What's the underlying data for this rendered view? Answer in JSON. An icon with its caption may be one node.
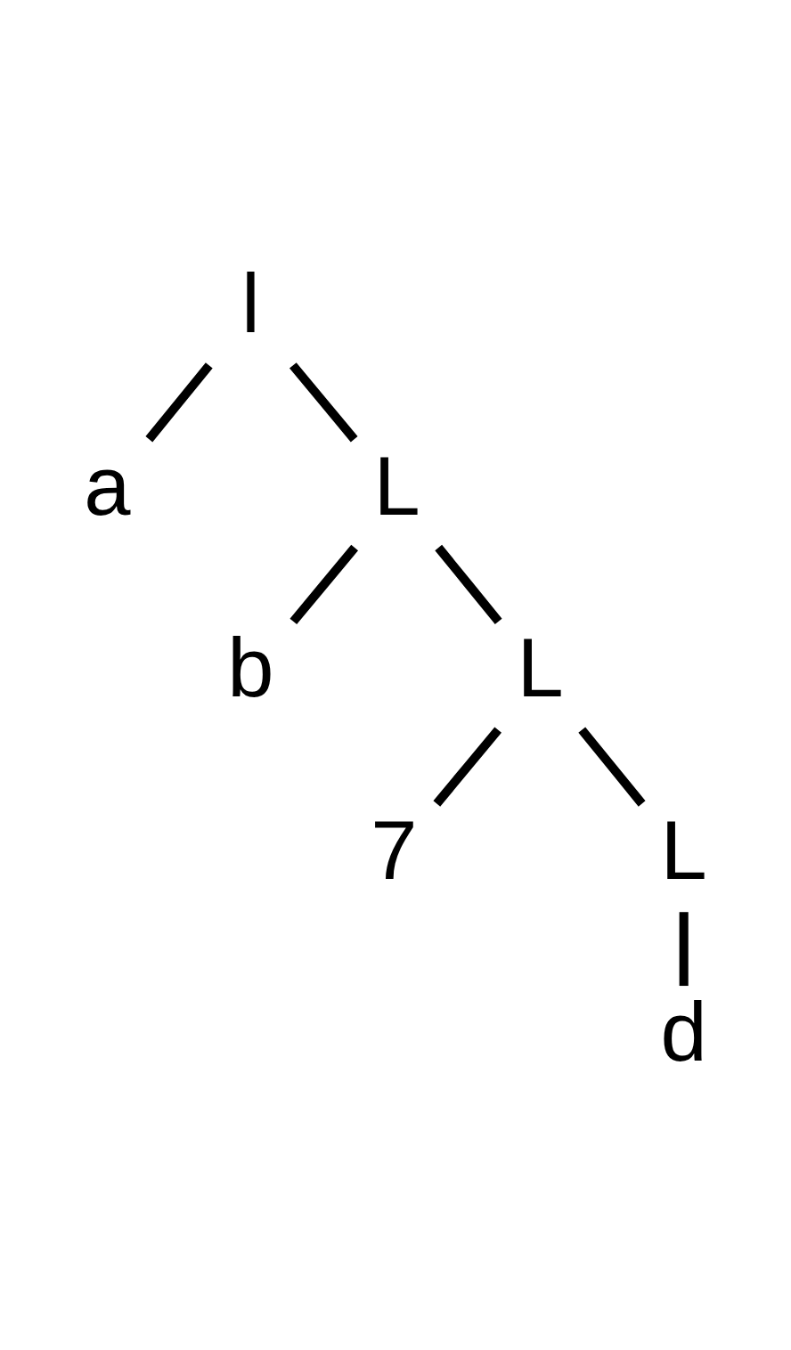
{
  "diagram": {
    "nodes": [
      {
        "text": [
          "l"
        ]
      },
      {
        "text": [
          "a"
        ]
      },
      {
        "text": [
          "L"
        ]
      },
      {
        "text": [
          "b"
        ]
      },
      {
        "text": [
          "L"
        ]
      },
      {
        "text": [
          "7"
        ]
      },
      {
        "text": [
          "L"
        ]
      },
      {
        "text": [
          "d"
        ]
      }
    ],
    "edges": [
      {
        "from": 0,
        "to": 1,
        "arrow": "none"
      },
      {
        "from": 0,
        "to": 2,
        "arrow": "none"
      },
      {
        "from": 2,
        "to": 3,
        "arrow": "none"
      },
      {
        "from": 2,
        "to": 4,
        "arrow": "none"
      },
      {
        "from": 4,
        "to": 5,
        "arrow": "none"
      },
      {
        "from": 4,
        "to": 6,
        "arrow": "none"
      },
      {
        "from": 6,
        "to": 7,
        "arrow": "none"
      }
    ]
  }
}
